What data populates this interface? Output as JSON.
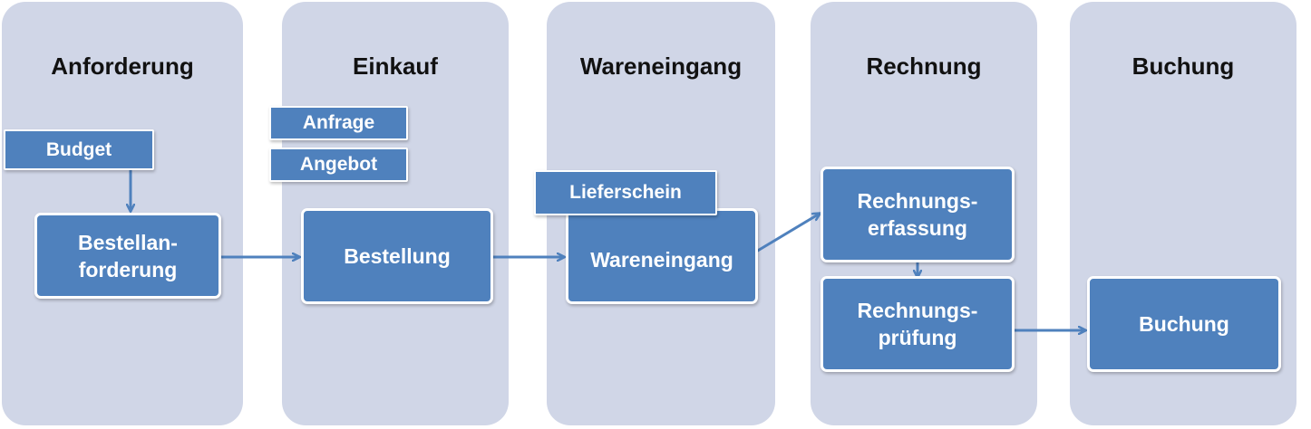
{
  "lanes": [
    {
      "title": "Anforderung"
    },
    {
      "title": "Einkauf"
    },
    {
      "title": "Wareneingang"
    },
    {
      "title": "Rechnung"
    },
    {
      "title": "Buchung"
    }
  ],
  "boxes": {
    "bestellanforderung": "Bestellan-\nforderung",
    "bestellung": "Bestellung",
    "wareneingang": "Wareneingang",
    "rechnungserfassung": "Rechnungs-\nerfassung",
    "rechnungspruefung": "Rechnungs-\nprüfung",
    "buchung": "Buchung"
  },
  "tags": {
    "budget": "Budget",
    "anfrage": "Anfrage",
    "angebot": "Angebot",
    "lieferschein": "Lieferschein"
  },
  "colors": {
    "lane": "#d0d6e7",
    "box": "#4f81bd",
    "arrow": "#4f81bd"
  }
}
